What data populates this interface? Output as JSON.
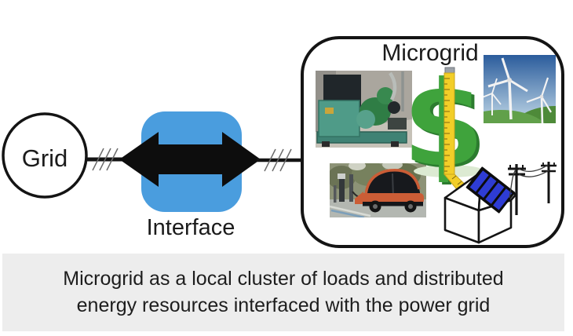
{
  "diagram": {
    "grid_label": "Grid",
    "interface_label": "Interface",
    "microgrid_label": "Microgrid",
    "dollar_symbol": "$"
  },
  "caption": {
    "line1": "Microgrid as a local cluster of loads and distributed",
    "line2": "energy resources interfaced with the power grid"
  },
  "colors": {
    "interface_blue": "#4a9dde",
    "arrow_black": "#0d0d0d",
    "outline_black": "#141414",
    "dollar_green": "#3fa33c",
    "dollar_green_dark": "#2c7c2f",
    "tape_yellow": "#f2ce28",
    "solar_panel_blue": "#2e3cd4",
    "caption_background": "#ededed",
    "caption_text": "#1d1d1d"
  }
}
